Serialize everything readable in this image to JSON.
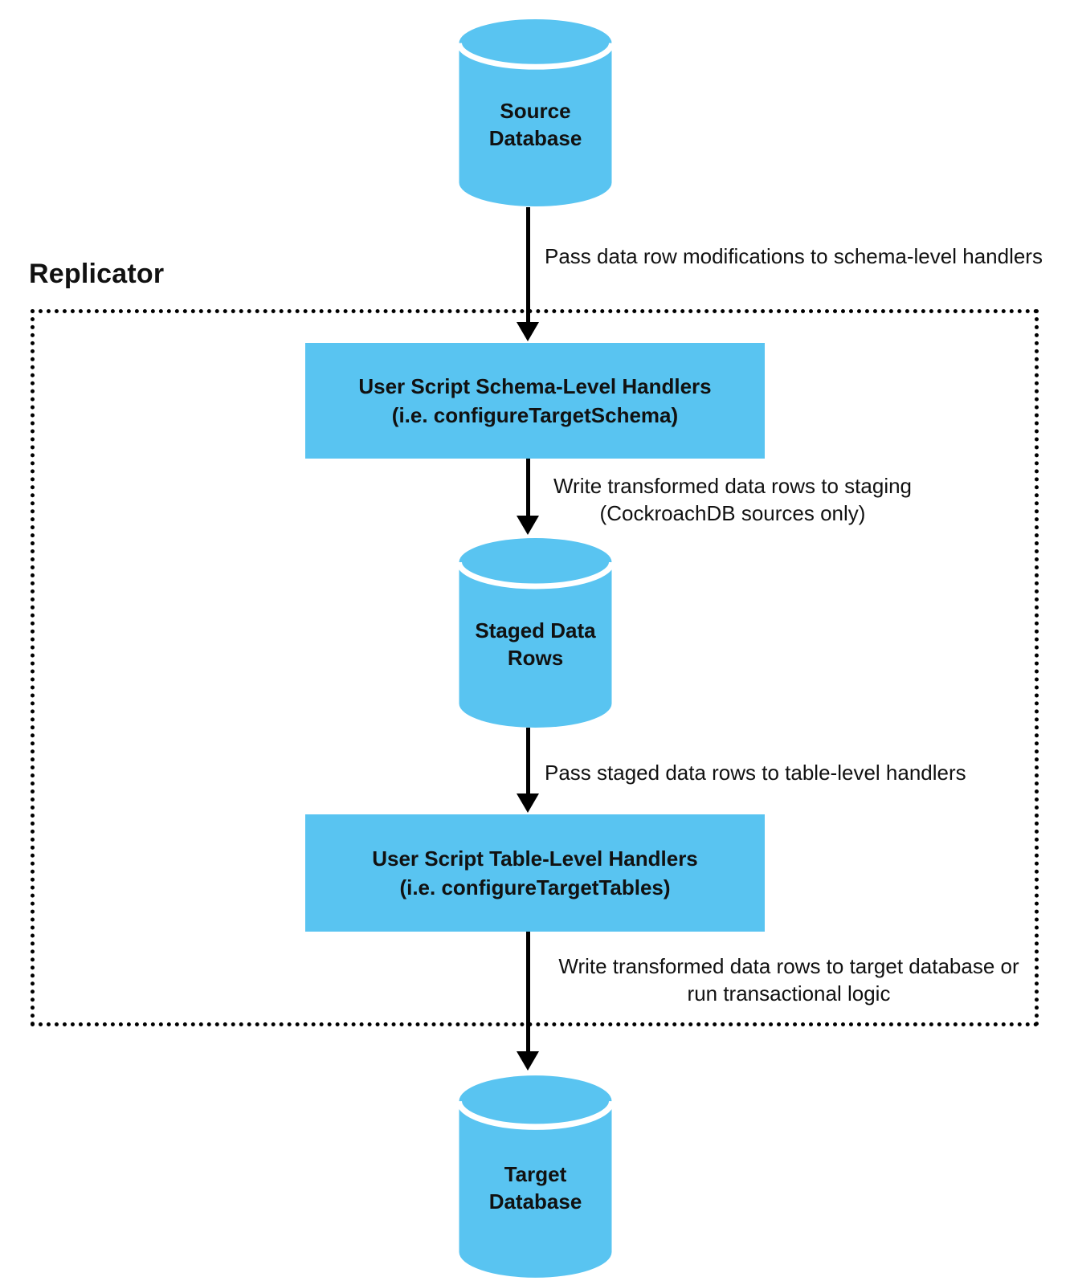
{
  "title": "Replicator",
  "colors": {
    "node_fill": "#59c4f1",
    "line": "#000000",
    "text": "#111111"
  },
  "nodes": {
    "source_db": {
      "label": "Source\nDatabase"
    },
    "schema_handlers": {
      "label": "User Script Schema-Level Handlers\n(i.e. configureTargetSchema)"
    },
    "staged_rows": {
      "label": "Staged Data\nRows"
    },
    "table_handlers": {
      "label": "User Script Table-Level Handlers\n(i.e. configureTargetTables)"
    },
    "target_db": {
      "label": "Target\nDatabase"
    }
  },
  "edges": {
    "source_to_schema": {
      "label": "Pass data row modifications to schema-level handlers"
    },
    "schema_to_staged": {
      "label": "Write transformed data rows to staging\n(CockroachDB sources only)"
    },
    "staged_to_table": {
      "label": "Pass staged data rows to table-level handlers"
    },
    "table_to_target": {
      "label": "Write transformed data rows to target database or\nrun transactional logic"
    }
  }
}
